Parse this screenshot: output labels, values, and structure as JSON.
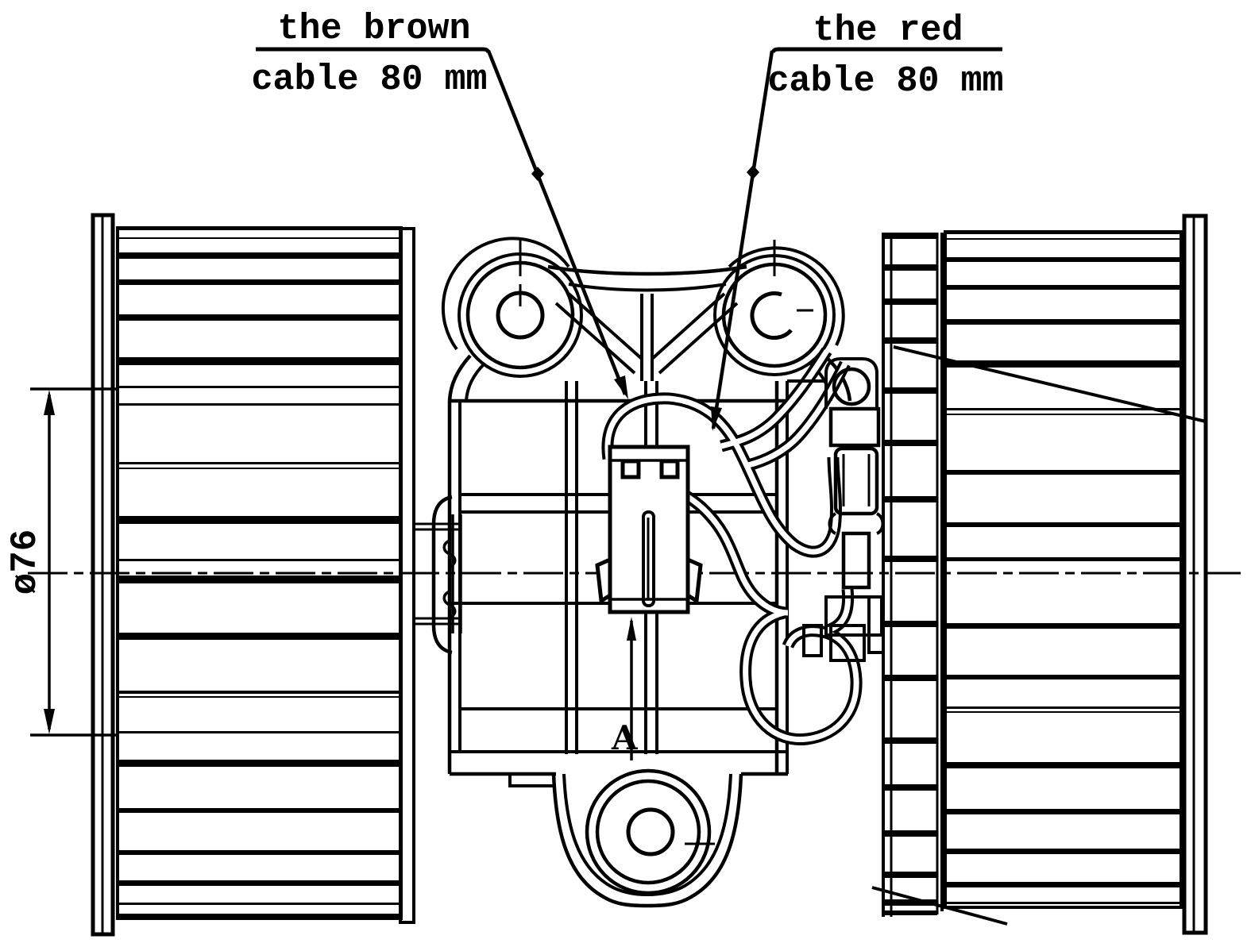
{
  "drawing": {
    "background_color": "#ffffff",
    "line_color": "#000000",
    "callouts": {
      "brown_cable_line1": "the brown",
      "brown_cable_line2": "cable 80 mm",
      "red_cable_line1": "the red",
      "red_cable_line2": "cable 80 mm"
    },
    "dimensions": {
      "impeller_diameter": "ø76"
    },
    "view_label": "A",
    "parts": {
      "left_part": "fan-wheel",
      "right_part": "fan-wheel",
      "center_part": "blower-motor-bracket"
    }
  }
}
